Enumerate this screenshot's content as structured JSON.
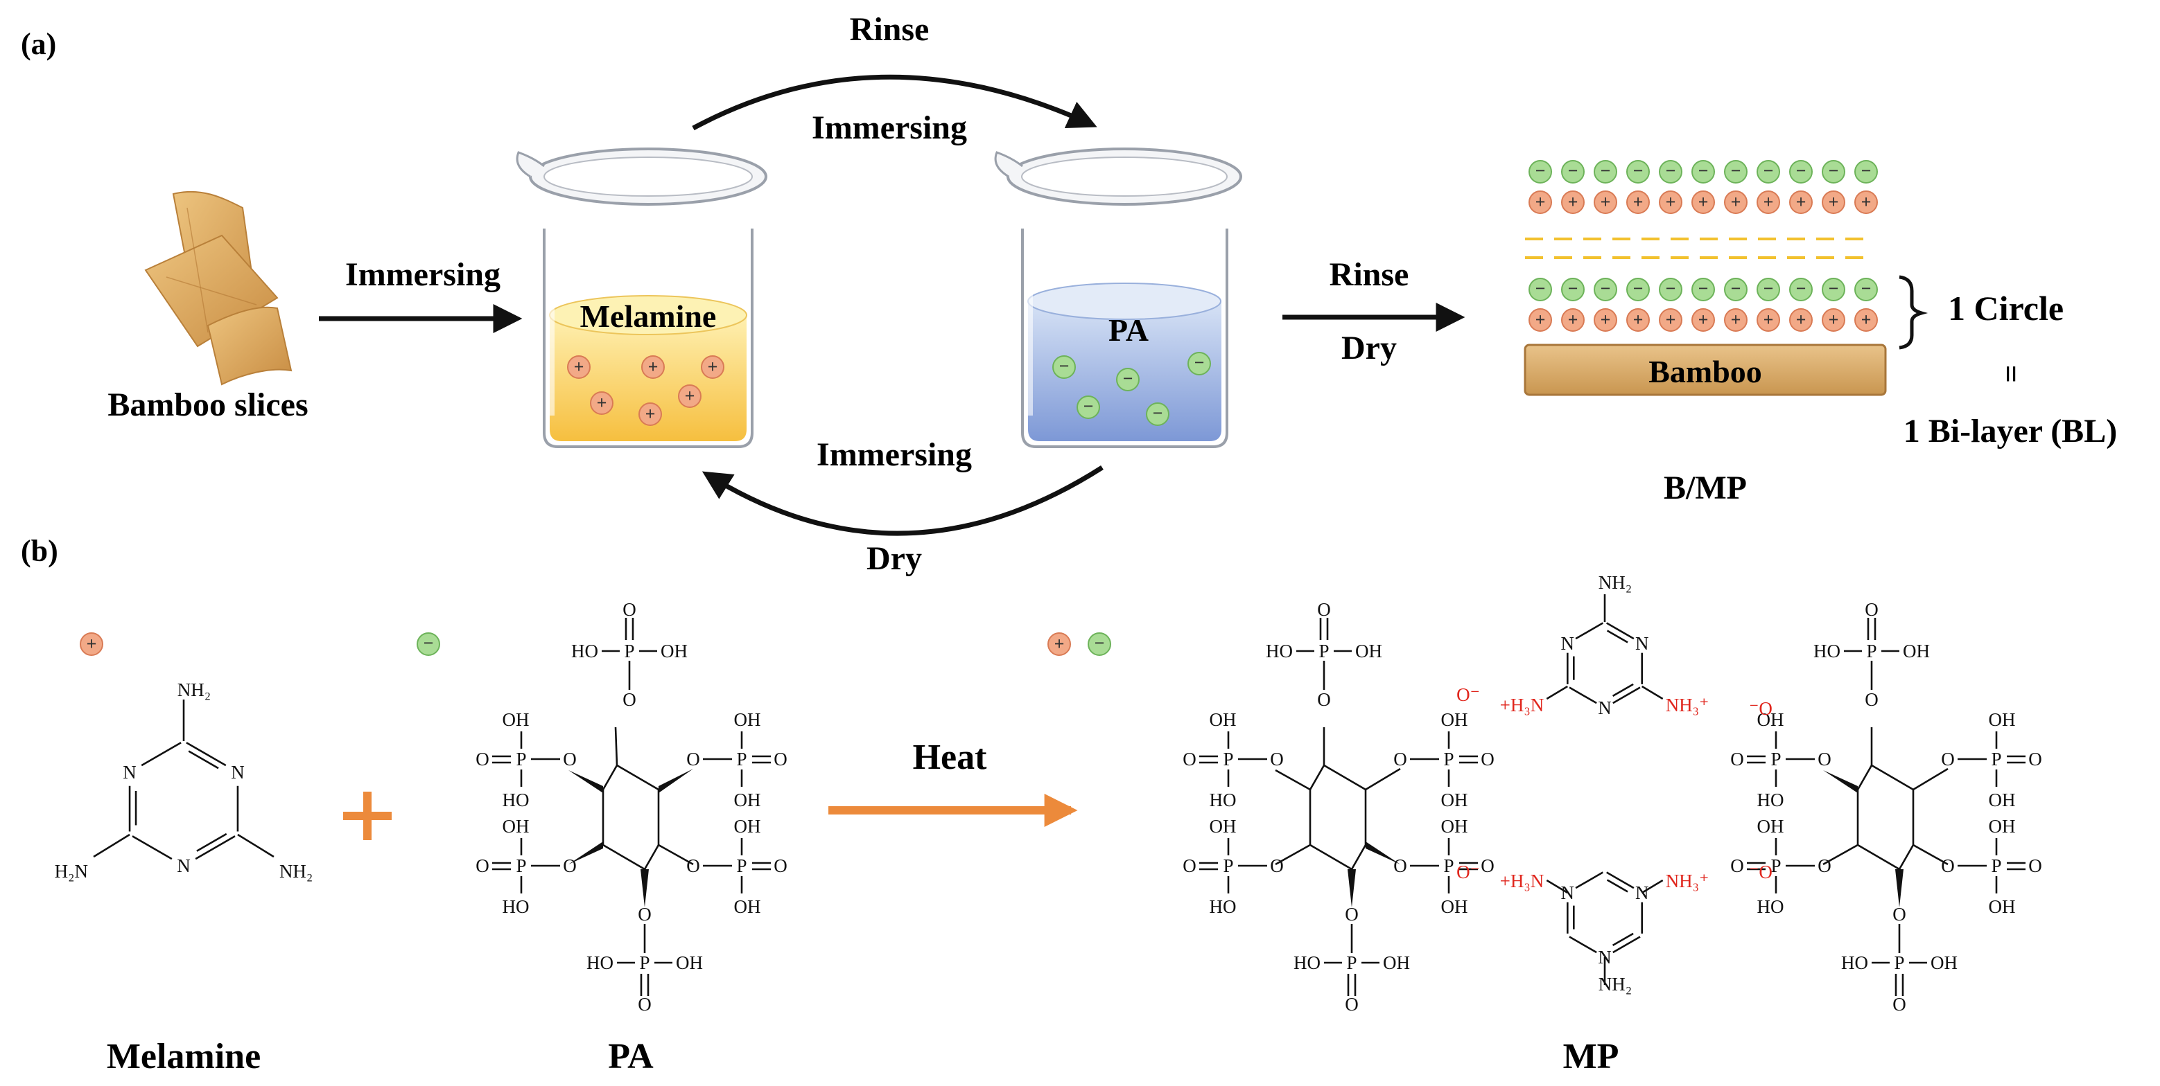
{
  "panel_a": {
    "label": "(a)",
    "bamboo_slices": "Bamboo slices",
    "immersing_1": "Immersing",
    "beaker_left_label": "Melamine",
    "beaker_right_label": "PA",
    "rinse_top": "Rinse",
    "immersing_top": "Immersing",
    "immersing_bottom": "Immersing",
    "dry_bottom": "Dry",
    "rinse_right": "Rinse",
    "dry_right": "Dry",
    "bamboo": "Bamboo",
    "bmp": "B/MP",
    "one_circle": "1 Circle",
    "equals": "=",
    "one_bilayer": "1 Bi-layer (BL)"
  },
  "panel_b": {
    "label": "(b)",
    "melamine": "Melamine",
    "pa": "PA",
    "heat": "Heat",
    "mp": "MP",
    "plus_sign": "+"
  },
  "chemistry": {
    "nh2": "NH₂",
    "h2n": "H₂N",
    "n": "N",
    "p": "P",
    "o": "O",
    "ho": "HO",
    "oh": "OH",
    "h3n_plus": "+H₃N",
    "nh3_plus": "NH₃⁺",
    "o_minus": "O⁻",
    "minus_o": "⁻O"
  },
  "colors": {
    "cation": "#f2a987",
    "anion": "#a9dc95",
    "melamine_solution": "#f8cf58",
    "pa_solution": "#8aa5dc",
    "bamboo": "#d9a35b",
    "heat_arrow": "#ec8a3b",
    "ionic_bond": "#e0261d"
  }
}
